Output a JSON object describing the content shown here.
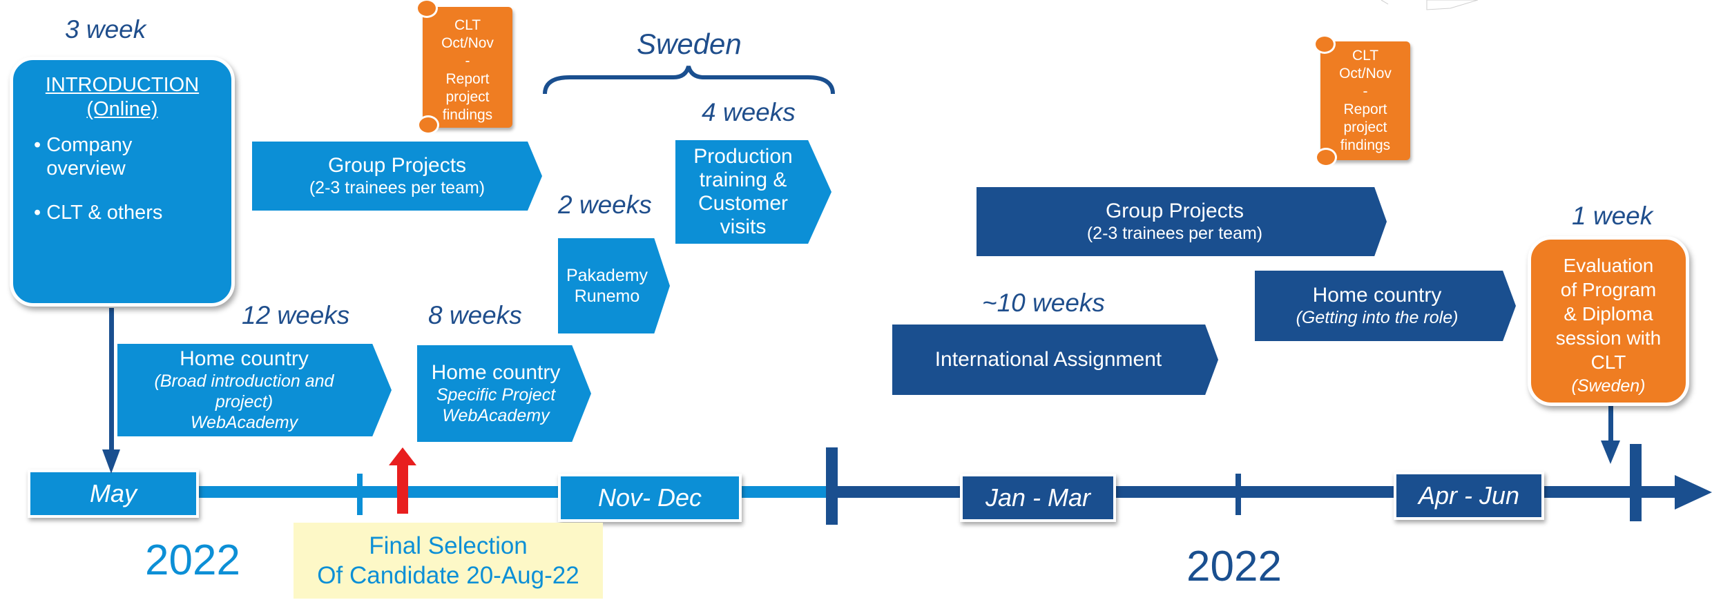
{
  "colors": {
    "light_blue": "#0c8fd6",
    "dark_blue": "#1a4f8f",
    "orange": "#ef7d22",
    "red": "#e81f1f",
    "label_text": "#1f4e8c"
  },
  "durations": {
    "intro": "3 week",
    "home1": "12 weeks",
    "home2": "8 weeks",
    "pakademy": "2 weeks",
    "production": "4 weeks",
    "international": "~10 weeks",
    "evaluation": "1 week"
  },
  "sweden_label": "Sweden",
  "intro_box": {
    "title": "INTRODUCTION",
    "subtitle": "(Online)",
    "bullets": [
      "Company overview",
      "CLT & others"
    ]
  },
  "scroll_note": {
    "line1": "CLT",
    "line2": "Oct/Nov",
    "line3": "-",
    "line4": "Report",
    "line5": "project",
    "line6": "findings"
  },
  "group_projects": {
    "title": "Group Projects",
    "subtitle": "(2-3 trainees per team)"
  },
  "production_box": {
    "line1": "Production",
    "line2": "training &",
    "line3": "Customer",
    "line4": "visits"
  },
  "pakademy_box": {
    "line1": "Pakademy",
    "line2": "Runemo"
  },
  "home1_box": {
    "title": "Home country",
    "sub1": "(Broad introduction and",
    "sub2": "project)",
    "sub3": "WebAcademy"
  },
  "home2_box": {
    "title": "Home country",
    "sub1": "Specific Project",
    "sub2": "WebAcademy"
  },
  "international_box": {
    "title": "International Assignment"
  },
  "home3_box": {
    "title": "Home country",
    "sub1": "(Getting into the role)"
  },
  "evaluation_box": {
    "line1": "Evaluation",
    "line2": "of Program",
    "line3": "& Diploma",
    "line4": "session with",
    "line5": "CLT",
    "line6": "(Sweden)"
  },
  "timeline_labels": {
    "may": "May",
    "nov_dec": "Nov- Dec",
    "jan_mar": "Jan - Mar",
    "apr_jun": "Apr - Jun"
  },
  "years": {
    "left": "2022",
    "right": "2022"
  },
  "final_selection": {
    "line1": "Final Selection",
    "line2": "Of Candidate 20-Aug-22"
  }
}
